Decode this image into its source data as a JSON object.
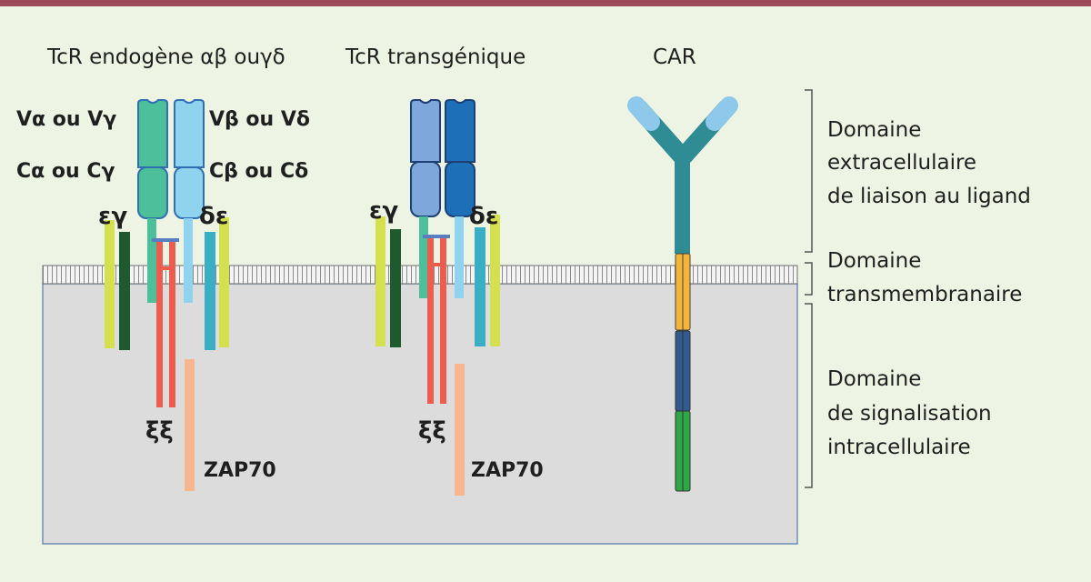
{
  "top_bar_color": "#9c4a5a",
  "headings": {
    "endogenous": "TcR endogène αβ  ouγδ",
    "transgenic": "TcR transgénique",
    "car": "CAR"
  },
  "chain_labels": {
    "v_left": "Vα ou Vγ",
    "c_left": "Cα ou Cγ",
    "v_right": "Vβ ou Vδ",
    "c_right": "Cβ ou Cδ"
  },
  "cd3_labels": {
    "eg_endo": "εγ",
    "de_endo": "δε",
    "eg_trans": "εγ",
    "de_trans": "δε",
    "xi_endo": "ξξ",
    "xi_trans": "ξξ"
  },
  "kinase_labels": {
    "zap_endo": "ZAP70",
    "zap_trans": "ZAP70"
  },
  "domains": {
    "extracellular": [
      "Domaine",
      "extracellulaire",
      "de liaison au ligand"
    ],
    "transmembrane": [
      "Domaine",
      "transmembranaire"
    ],
    "intracellular": [
      "Domaine",
      "de signalisation",
      "intracellulaire"
    ]
  },
  "colors": {
    "alpha": "#4dbf9b",
    "beta": "#8fd3ee",
    "transgenic_left": "#7ea7db",
    "transgenic_right": "#1d6fb8",
    "epsilon": "#d5e04e",
    "gamma": "#1e5a2e",
    "delta": "#3aaec5",
    "zeta": "#ee5c4e",
    "zap70": "#f7b68e",
    "car_scfv": "#2f8b94",
    "car_tip": "#8ec8ea",
    "car_tm": "#f3b53a",
    "car_costim": "#2f5b8e",
    "car_cd3z": "#2ea844",
    "membrane": "#b8b8b8",
    "cytoplasm": "#dcdcdc",
    "bracket": "#555555"
  }
}
